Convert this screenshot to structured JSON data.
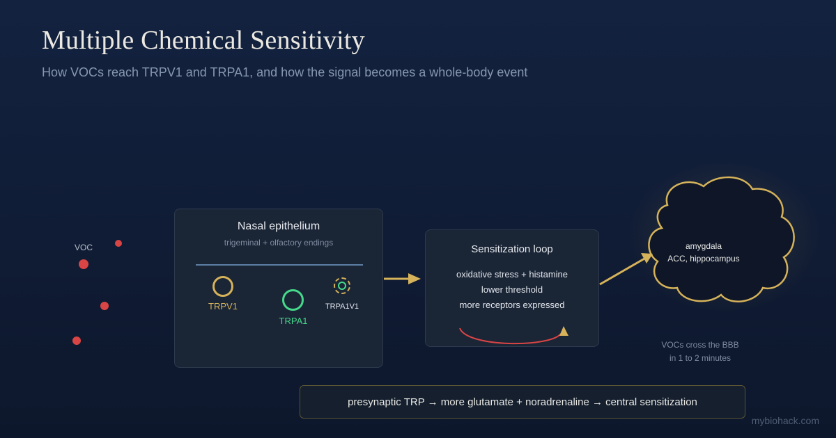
{
  "title": "Multiple Chemical Sensitivity",
  "subtitle": "How VOCs reach TRPV1 and TRPA1, and how the signal becomes a whole-body event",
  "voc": {
    "label": "VOC",
    "color": "#d94545"
  },
  "nasal": {
    "title": "Nasal epithelium",
    "subtitle": "trigeminal + olfactory endings",
    "receptors": [
      {
        "label": "TRPV1",
        "color": "#d6b35a"
      },
      {
        "label": "TRPA1",
        "color": "#46d98a"
      },
      {
        "label": "TRPA1V1",
        "color": "#d6b35a"
      }
    ]
  },
  "loop": {
    "title": "Sensitization loop",
    "lines": [
      "oxidative stress + histamine",
      "lower threshold",
      "more receptors expressed"
    ]
  },
  "brain": {
    "line1": "amygdala",
    "line2": "ACC, hippocampus"
  },
  "footnote": {
    "line1": "VOCs cross the BBB",
    "line2": "in 1 to 2 minutes"
  },
  "bottom": {
    "text": "presynaptic TRP → more glutamate + noradrenaline → central sensitization"
  },
  "brand": "mybiohack.com",
  "colors": {
    "accent": "#d6b35a",
    "red": "#d94545",
    "green": "#46d98a",
    "membrane": "#5d7fa4"
  }
}
